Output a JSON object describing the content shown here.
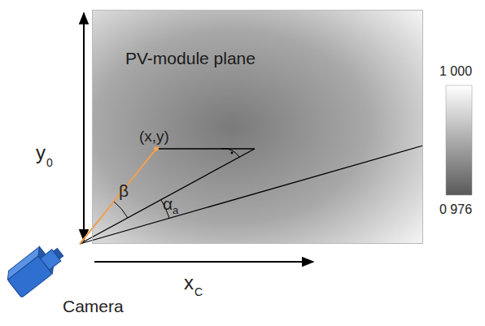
{
  "diagram": {
    "nodes": [
      {
        "text": [
          "PV-module plane"
        ]
      }
    ],
    "labels": [
      "(x,y)",
      "β",
      "α",
      "a",
      "y",
      "0",
      "x",
      "C",
      "Camera",
      "1 000",
      "0 976"
    ]
  }
}
